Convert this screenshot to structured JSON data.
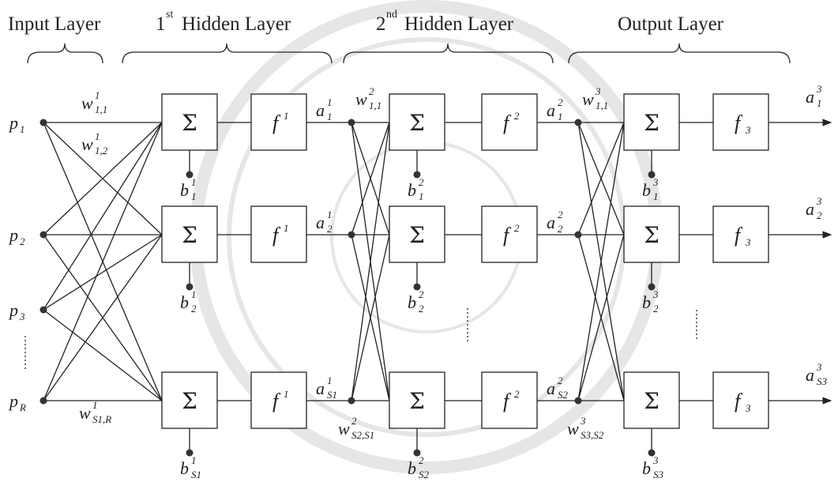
{
  "layer_titles": {
    "input": "Input Layer",
    "hidden1": {
      "num": "1",
      "ord": "st",
      "text": "Hidden Layer"
    },
    "hidden2": {
      "num": "2",
      "ord": "nd",
      "text": "Hidden Layer"
    },
    "output": "Output Layer"
  },
  "inputs": [
    {
      "base": "p",
      "sub": "1"
    },
    {
      "base": "p",
      "sub": "2"
    },
    {
      "base": "p",
      "sub": "3"
    },
    {
      "base": "p",
      "sub": "R"
    }
  ],
  "sum_symbol": "Σ",
  "layers": [
    {
      "transfer": {
        "base": "f",
        "sup": "1"
      },
      "weights": [
        {
          "base": "w",
          "sup": "1",
          "sub": "1,1"
        },
        {
          "base": "w",
          "sup": "1",
          "sub": "1,2"
        },
        {
          "base": "w",
          "sup": "1",
          "sub": "S1,R"
        }
      ],
      "biases": [
        {
          "base": "b",
          "sup": "1",
          "sub": "1"
        },
        {
          "base": "b",
          "sup": "1",
          "sub": "2"
        },
        {
          "base": "b",
          "sup": "1",
          "sub": "S1"
        }
      ],
      "outputs": [
        {
          "base": "a",
          "sup": "1",
          "sub": "1"
        },
        {
          "base": "a",
          "sup": "1",
          "sub": "2"
        },
        {
          "base": "a",
          "sup": "1",
          "sub": "S1"
        }
      ]
    },
    {
      "transfer": {
        "base": "f",
        "sup": "2"
      },
      "weights": [
        {
          "base": "w",
          "sup": "2",
          "sub": "1,1"
        },
        {
          "base": "w",
          "sup": "2",
          "sub": "S2,S1"
        }
      ],
      "biases": [
        {
          "base": "b",
          "sup": "2",
          "sub": "1"
        },
        {
          "base": "b",
          "sup": "2",
          "sub": "2"
        },
        {
          "base": "b",
          "sup": "2",
          "sub": "S2"
        }
      ],
      "outputs": [
        {
          "base": "a",
          "sup": "2",
          "sub": "1"
        },
        {
          "base": "a",
          "sup": "2",
          "sub": "2"
        },
        {
          "base": "a",
          "sup": "2",
          "sub": "S2"
        }
      ]
    },
    {
      "transfer": {
        "base": "f",
        "sub": "3"
      },
      "weights": [
        {
          "base": "w",
          "sup": "3",
          "sub": "1,1"
        },
        {
          "base": "w",
          "sup": "3",
          "sub": "S3,S2"
        }
      ],
      "biases": [
        {
          "base": "b",
          "sup": "3",
          "sub": "1"
        },
        {
          "base": "b",
          "sup": "3",
          "sub": "2"
        },
        {
          "base": "b",
          "sup": "3",
          "sub": "S3"
        }
      ],
      "outputs": [
        {
          "base": "a",
          "sup": "3",
          "sub": "1"
        },
        {
          "base": "a",
          "sup": "3",
          "sub": "2"
        },
        {
          "base": "a",
          "sup": "3",
          "sub": "S3"
        }
      ]
    }
  ],
  "colors": {
    "line": "#222222",
    "watermark": "#e6e6e6"
  }
}
